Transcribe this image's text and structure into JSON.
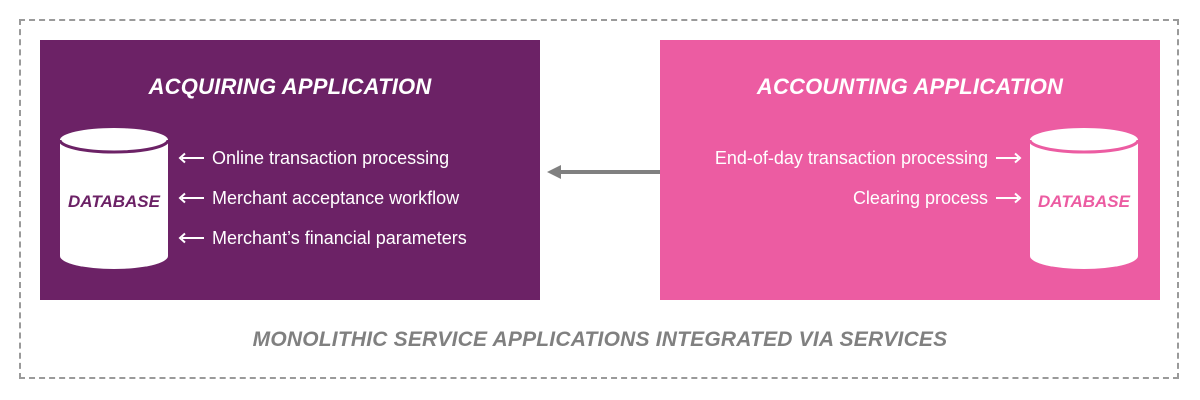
{
  "acquiring": {
    "title": "ACQUIRING APPLICATION",
    "database_label": "DATABASE",
    "items": [
      "Online transaction processing",
      "Merchant acceptance workflow",
      "Merchant’s financial parameters"
    ]
  },
  "accounting": {
    "title": "ACCOUNTING APPLICATION",
    "database_label": "DATABASE",
    "items": [
      "End-of-day transaction processing",
      "Clearing process"
    ]
  },
  "caption": "MONOLITHIC SERVICE APPLICATIONS INTEGRATED VIA SERVICES",
  "colors": {
    "acquiring": "#6c2266",
    "accounting": "#ec5ca2",
    "connector": "#808080",
    "caption": "#808080"
  }
}
